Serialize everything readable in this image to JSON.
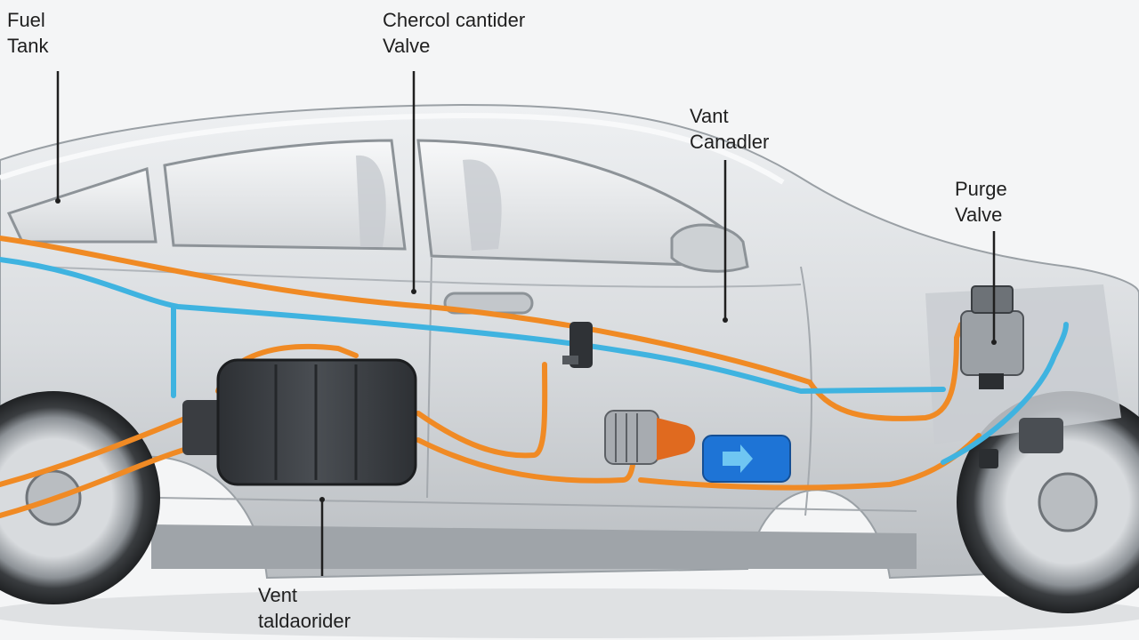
{
  "labels": {
    "fuel_tank": {
      "line1": "Fuel",
      "line2": "Tank"
    },
    "charcoal_canister_valve": {
      "line1": "Chercol cantider",
      "line2": "Valve"
    },
    "vent_canister": {
      "line1": "Vant",
      "line2": "Canadler"
    },
    "purge_valve": {
      "line1": "Purge",
      "line2": "Valve"
    },
    "vent_bottom": {
      "line1": "Vent",
      "line2": "taldaorider"
    }
  },
  "colors": {
    "fuel_line": "#f08a24",
    "vapor_line": "#3fb3e0",
    "tank": "#3d4044",
    "car_body": "#d6d9dc",
    "pump_motor": "#e06a1f",
    "pump_box": "#1e74d6"
  }
}
